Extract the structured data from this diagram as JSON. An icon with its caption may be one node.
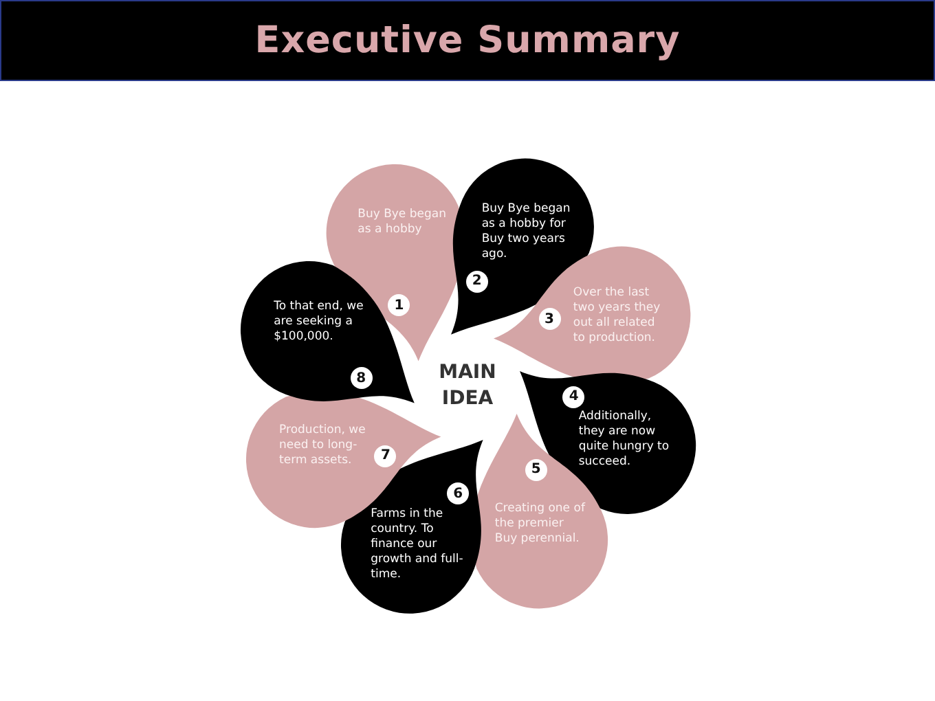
{
  "diagram": {
    "title": "Executive Summary",
    "nodes": [
      {
        "text": [
          "MAIN IDEA"
        ]
      },
      {
        "text": [
          "Buy Bye began as a hobby",
          "1"
        ]
      },
      {
        "text": [
          "Buy Bye began as a hobby for Buy two years ago.",
          "2"
        ]
      },
      {
        "text": [
          "3",
          "Over the last two years they out all related to production."
        ]
      },
      {
        "text": [
          "4",
          "Additionally, they are now quite hungry to succeed."
        ]
      },
      {
        "text": [
          "5",
          "Creating one of the premier Buy perennial."
        ]
      },
      {
        "text": [
          "6",
          "Farms in the country. To finance our growth and full-time."
        ]
      },
      {
        "text": [
          "Production, we need to long-term assets.",
          "7"
        ]
      },
      {
        "text": [
          "To that end, we are seeking a $100,000.",
          "8"
        ]
      }
    ],
    "edges": []
  }
}
